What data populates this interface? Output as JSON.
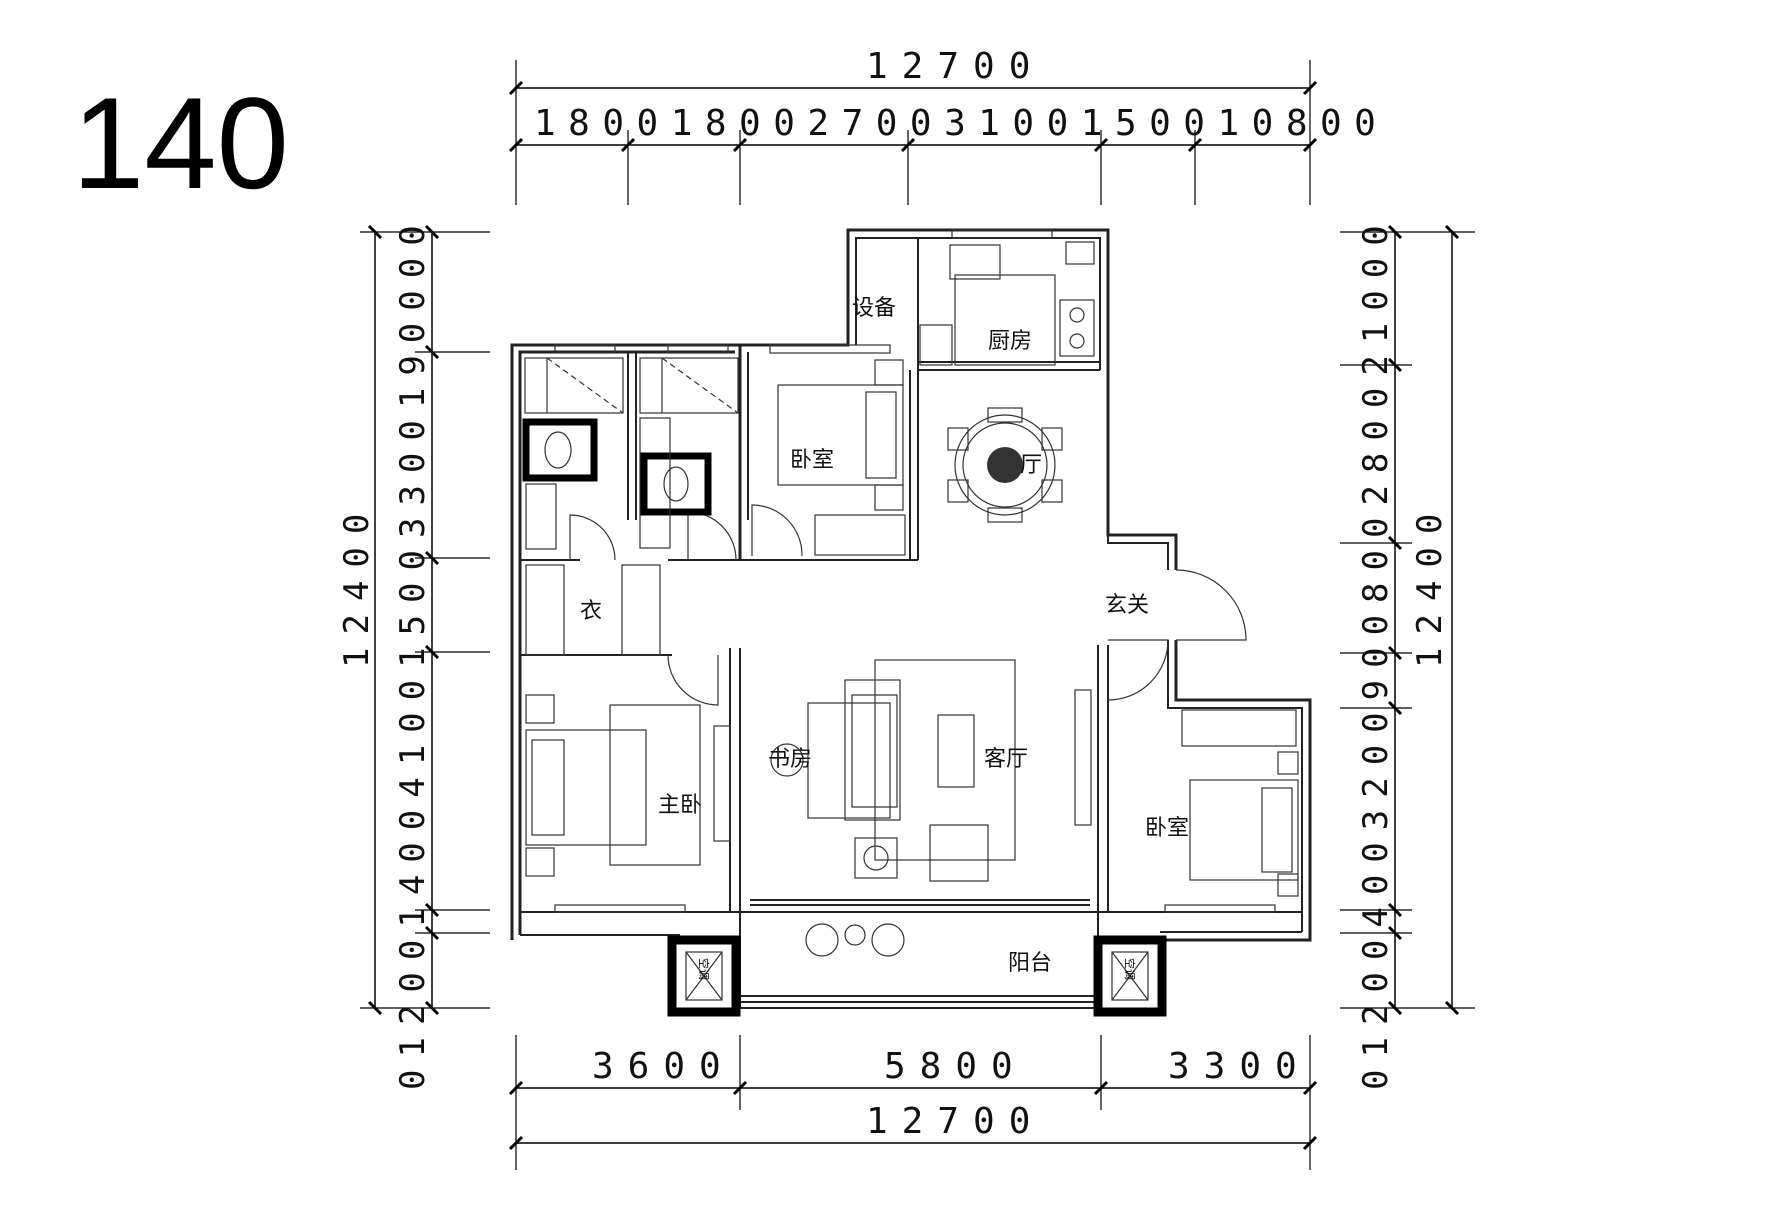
{
  "plan_number": "140",
  "top": {
    "total": "12700",
    "segments": "1800180027003100150010800"
  },
  "bottom": {
    "segments": [
      "3600",
      "5800",
      "3300"
    ],
    "total": "12700"
  },
  "left": {
    "total": "12400",
    "segments": "012001400410015003300190000"
  },
  "right": {
    "total": "12400",
    "segments": "012004003200900800280021000"
  },
  "rooms": {
    "equipment": "设备",
    "kitchen": "厨房",
    "bedroom_north": "卧室",
    "dining": "厅",
    "wardrobe": "衣",
    "foyer": "玄关",
    "study": "书房",
    "living": "客厅",
    "master": "主卧",
    "bedroom_east": "卧室",
    "balcony": "阳台"
  },
  "ac_labels": {
    "left": "空调",
    "right": "空调"
  }
}
